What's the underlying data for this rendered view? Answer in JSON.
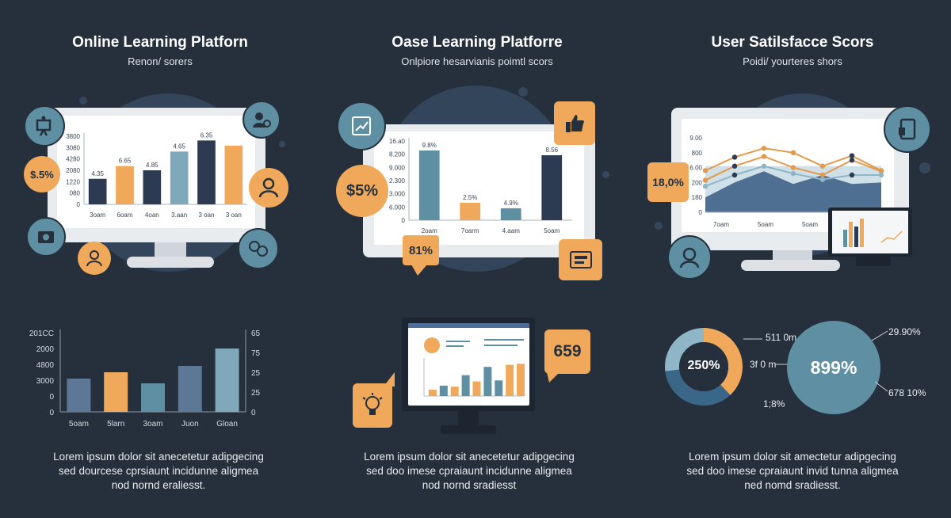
{
  "colors": {
    "background": "#26303d",
    "orange": "#f0a85a",
    "teal": "#5e8fa3",
    "light_teal": "#8fb6c6",
    "navy": "#2c3b52",
    "monitor": "#e9ecef"
  },
  "panels": [
    {
      "title": "Online Learning Platforn",
      "subtitle": "Renon/ sorers",
      "badges": [
        "$.5%"
      ],
      "icons": [
        "presentation-icon",
        "user-search-icon",
        "user-icon",
        "photo-icon",
        "user-icon",
        "group-icon"
      ],
      "description": [
        "Lorem ipsum dolor sit anecetetur adipgecing",
        "sed dourcese cprsiaunt incidunne aligmea",
        "nod nornd eraliesst."
      ]
    },
    {
      "title": "Oase Learning Platforre",
      "subtitle": "Onlpiore hesarvianis poimtl scors",
      "badges": [
        "$5%",
        "81%",
        "659"
      ],
      "icons": [
        "chart-growth-icon",
        "thumbs-up-icon",
        "document-icon",
        "lightbulb-icon"
      ],
      "description": [
        "Lorem ipsum dolor sit anecetetur adipgecing",
        "sed doo imese cpraiaunt incidunne aligmea",
        "nod nornd sradiesst"
      ]
    },
    {
      "title": "User Satilsfacce Scors",
      "subtitle": "Poidi/ yourteres shors",
      "badges": [
        "18,0%"
      ],
      "icons": [
        "tablet-icon",
        "user-icon"
      ],
      "description": [
        "Lorem ipsum dolor sit amectetur adipgecing",
        "sed doo imese cpraiaunt invid tunna aligmea",
        "ned nomd sradiesst."
      ]
    }
  ],
  "chart_data": [
    {
      "type": "bar",
      "id": "panel1-monitor",
      "yticks": [
        "3800",
        "3080",
        "4280",
        "2080",
        "1220",
        "080",
        "0"
      ],
      "categories": [
        "3oam",
        "6oam",
        "4oan",
        "3.aan",
        "3 oan",
        "3 oan"
      ],
      "value_labels": [
        "4.35",
        "6.65",
        "4.85",
        "4.65",
        "6.35",
        ""
      ],
      "values": [
        30,
        45,
        40,
        62,
        75,
        69
      ],
      "ylim": [
        0,
        80
      ],
      "colors": [
        "#2c3b52",
        "#f0a85a",
        "#2c3b52",
        "#7fa9bb",
        "#2c3b52",
        "#f0a85a"
      ]
    },
    {
      "type": "bar",
      "id": "panel2-monitor",
      "yticks": [
        "16.a0",
        "8.200",
        "9.000",
        "2.300",
        "3.000",
        "6.000",
        "0"
      ],
      "categories": [
        "2oam",
        "7oarm",
        "4.aam",
        "5oam"
      ],
      "value_labels": [
        "9.8%",
        "2.5%",
        "4.9%",
        "8.56"
      ],
      "values": [
        88,
        22,
        15,
        82
      ],
      "ylim": [
        0,
        100
      ],
      "colors": [
        "#5e8fa3",
        "#f0a85a",
        "#5e8fa3",
        "#2c3b52"
      ]
    },
    {
      "type": "line",
      "id": "panel3-monitor",
      "yticks": [
        "9.00",
        "800",
        "6.00",
        "200",
        "180",
        "0"
      ],
      "categories": [
        "7oam",
        "5oam",
        "5oam"
      ],
      "series": [
        {
          "color": "#e39a4b",
          "values": [
            56,
            74,
            86,
            80,
            62,
            76,
            56
          ]
        },
        {
          "color": "#e39a4b",
          "values": [
            43,
            62,
            75,
            60,
            50,
            70,
            55
          ]
        },
        {
          "color": "#8fb6c6",
          "values": [
            35,
            50,
            62,
            52,
            44,
            50,
            50
          ]
        }
      ],
      "area": [
        20,
        40,
        55,
        38,
        50,
        38,
        40
      ]
    },
    {
      "type": "bar",
      "id": "panel1-lower",
      "yticks_left": [
        "201CC",
        "2000",
        "4800",
        "3000",
        "0",
        "0"
      ],
      "yticks_right": [
        "65",
        "75",
        "25",
        "25",
        "0"
      ],
      "categories": [
        "5oam",
        "5larn",
        "3oam",
        "Juon",
        "Gloan"
      ],
      "values": [
        42,
        50,
        36,
        58,
        80
      ],
      "ylim": [
        0,
        100
      ],
      "colors": [
        "#5d7797",
        "#f0a85a",
        "#5e8fa3",
        "#5d7797",
        "#7fa9bb"
      ]
    },
    {
      "type": "bar",
      "id": "panel2-small-monitor",
      "values": [
        12,
        20,
        18,
        40,
        28,
        56,
        30,
        60,
        62
      ],
      "colors": [
        "#f0a85a",
        "#5e8fa3",
        "#f0a85a",
        "#5e8fa3",
        "#f0a85a",
        "#5e8fa3",
        "#5e8fa3",
        "#f0a85a",
        "#f0a85a"
      ]
    },
    {
      "type": "pie",
      "id": "panel3-donut",
      "center_label": "250%",
      "slices": [
        {
          "value": 38,
          "color": "#f0a85a"
        },
        {
          "value": 35,
          "color": "#3a6688"
        },
        {
          "value": 27,
          "color": "#8fb6c6"
        }
      ],
      "annotations": [
        "511 0m",
        "3f 0 m",
        "1;8%"
      ]
    },
    {
      "type": "pie",
      "id": "panel3-bigcircle",
      "center_label": "899%",
      "annotations": [
        "29.90%",
        "678 10%"
      ]
    }
  ]
}
